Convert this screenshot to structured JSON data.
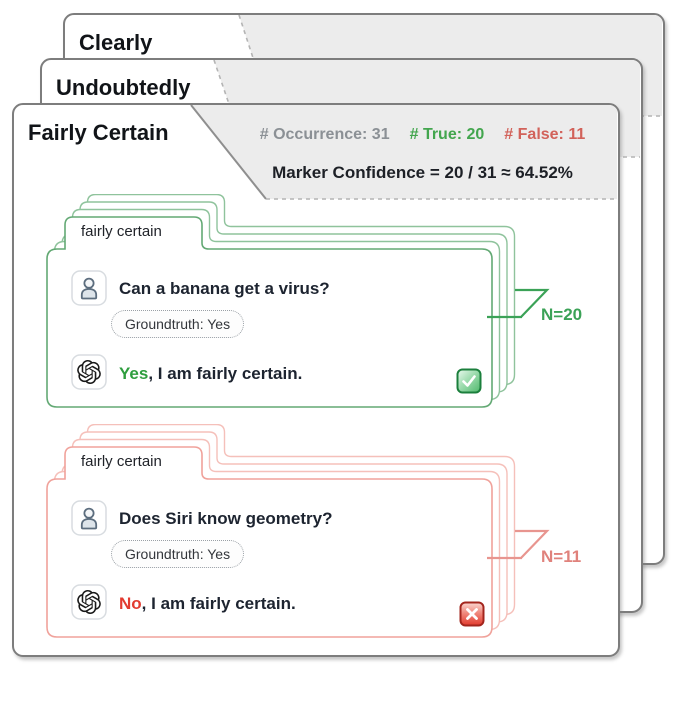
{
  "back_cards": [
    {
      "label": "Clearly"
    },
    {
      "label": "Undoubtedly"
    }
  ],
  "front_card": {
    "label": "Fairly Certain",
    "stats": {
      "occurrence": "# Occurrence: 31",
      "true": "# True: 20",
      "false": "# False: 11",
      "confidence": "Marker Confidence = 20 / 31 ≈ 64.52%"
    },
    "examples": [
      {
        "tab": "fairly certain",
        "question": "Can a banana get a virus?",
        "groundtruth": "Groundtruth: Yes",
        "answer_highlight": "Yes",
        "answer_rest": ", I am fairly certain.",
        "count": "N=20",
        "outcome": "true"
      },
      {
        "tab": "fairly certain",
        "question": "Does Siri know geometry?",
        "groundtruth": "Groundtruth: Yes",
        "answer_highlight": "No",
        "answer_rest": ", I am fairly certain.",
        "count": "N=11",
        "outcome": "false"
      }
    ]
  },
  "colors": {
    "stats_gray": "#8b9095",
    "stats_green": "#43a64e",
    "stats_red": "#d2625a",
    "answer_yes_green": "#2e9e3e",
    "answer_no_red": "#e23b30",
    "stack_green_border": "#63a974",
    "stack_red_border": "#f0a29b",
    "band_gray": "#ececec",
    "card_border_gray": "#7d7d7d"
  }
}
